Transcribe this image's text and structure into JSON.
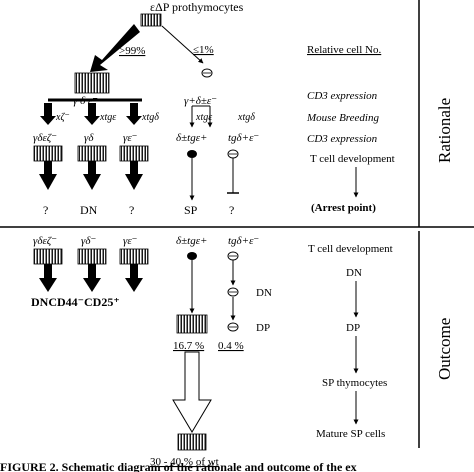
{
  "diagram": {
    "top_label": "εΔP prothymocytes",
    "pct_high": ">99%",
    "pct_low": "≤1%",
    "mid_left_label": "γ δ ε⁻",
    "mid_right_label": "γ+δ±ε⁻",
    "rationale": {
      "left_branches": [
        {
          "cross": "xζ⁻",
          "genotype": "γδεζ⁻",
          "result": "?"
        },
        {
          "cross": "xtgε",
          "genotype": "γδ",
          "result": "DN"
        },
        {
          "cross": "xtgδ",
          "genotype": "γε⁻",
          "result": "?"
        }
      ],
      "right_branches": [
        {
          "cross": "xtgε",
          "genotype": "δ±tgε+",
          "result": "SP"
        },
        {
          "cross": "xtgδ",
          "genotype": "tgδ+ε⁻",
          "result": "?"
        }
      ]
    },
    "legend_rationale": [
      "Relative cell No.",
      "CD3 expression",
      "Mouse Breeding",
      "CD3 expression",
      "T cell development",
      "(Arrest point)"
    ],
    "section_rationale": "Rationale",
    "outcome": {
      "left_genotypes": [
        "γδεζ⁻",
        "γδ⁻",
        "γε⁻"
      ],
      "left_result": "DNCD44⁻CD25⁺",
      "right_genotypes": [
        "δ±tgε+",
        "tgδ+ε⁻"
      ],
      "stage_dn": "DN",
      "stage_dp": "DP",
      "pct_a": "16.7 %",
      "pct_b": "0.4 %",
      "pct_wt": "30 - 40 % of wt"
    },
    "legend_outcome": [
      "T cell development",
      "DN",
      "DP",
      "SP thymocytes",
      "Mature SP cells"
    ],
    "section_outcome": "Outcome"
  },
  "caption": "FIGURE 2. Schematic diagram of the rationale and outcome of the ex"
}
